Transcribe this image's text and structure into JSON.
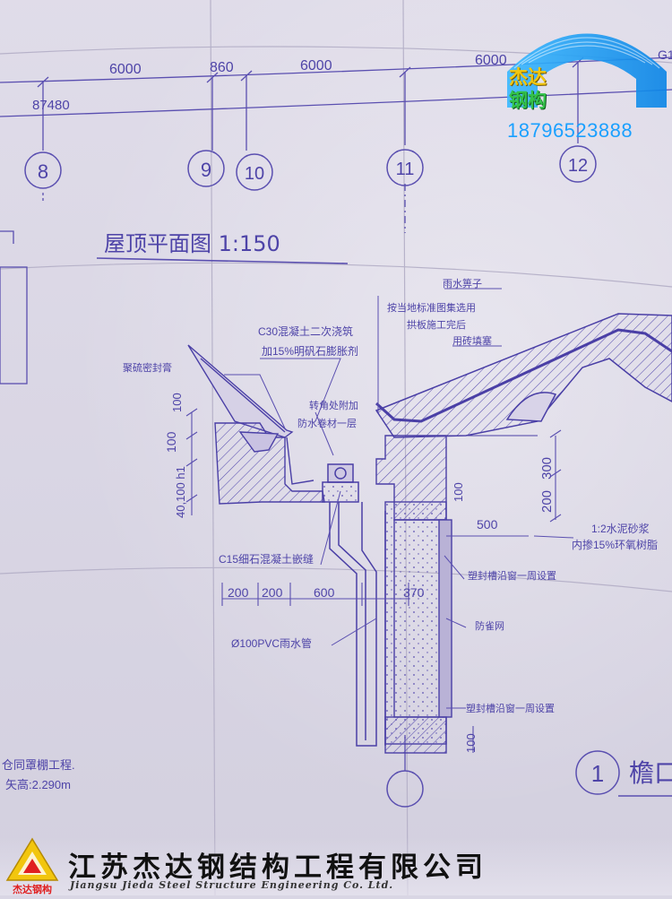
{
  "grid": {
    "spacing_top": [
      "6000",
      "860",
      "6000",
      "6000"
    ],
    "total_dim": "87480",
    "axes": [
      "8",
      "9",
      "10",
      "11",
      "12"
    ],
    "right_edge_partial": "G1"
  },
  "drawing": {
    "title": "屋顶平面图 1:150",
    "detail_number": "1",
    "detail_title_partial": "檐口",
    "project_note_line1": "仓同罩棚工程.",
    "project_note_line2": "矢高:2.290m"
  },
  "annotations": {
    "rain_grate": "雨水箅子",
    "grate_note1": "按当地标准图集选用",
    "grate_note2": "拱板施工完后",
    "grate_note3": "用砖填塞",
    "c30_line1": "C30混凝土二次浇筑",
    "c30_line2": "加15%明矾石膨胀剂",
    "sealant": "聚硫密封膏",
    "corner_line1": "转角处附加",
    "corner_line2": "防水卷材一层",
    "c15": "C15细石混凝土嵌缝",
    "pvc_pipe": "Ø100PVC雨水管",
    "mortar_line1": "1:2水泥砂浆",
    "mortar_line2": "内掺15%环氧树脂",
    "seal_window1": "塑封槽沿窗一周设置",
    "bird_net": "防雀网",
    "seal_window2": "塑封槽沿窗一周设置"
  },
  "dimensions": {
    "left_100_top": "100",
    "left_100": "100",
    "left_h1": "40,100 h1",
    "right_300": "300",
    "right_200": "200",
    "mid_100": "100",
    "mid_500": "500",
    "bottom_200a": "200",
    "bottom_200b": "200",
    "bottom_600": "600",
    "bottom_370": "370",
    "bottom_100": "100"
  },
  "watermark": {
    "brand_line1": "杰达",
    "brand_line2": "钢构",
    "phone": "18796523888"
  },
  "footer": {
    "logo_text": "杰达钢构",
    "company_cn": "江苏杰达钢结构工程有限公司",
    "company_en": "Jiangsu Jieda Steel Structure Engineering Co. Ltd."
  },
  "colors": {
    "ink": "#5a4fb0",
    "ink_dark": "#3e3496",
    "paper": "#d9d6e4",
    "watermark_blue": "#1aa0ff",
    "watermark_yellow": "#f2c60e",
    "watermark_green": "#33c24a"
  }
}
